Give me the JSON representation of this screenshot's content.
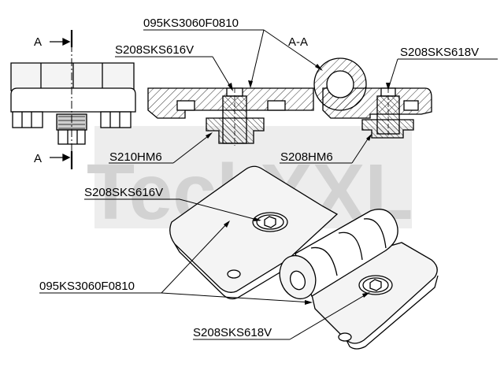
{
  "watermark": {
    "text_tech": "Tech",
    "text_xxl": "XXL"
  },
  "section_marker": "A",
  "section_view_label": "A-A",
  "labels": {
    "hinge_top": "095KS3060F0810",
    "screw_left_top": "S208SKS616V",
    "screw_right_top": "S208SKS618V",
    "nut_left": "S210HM6",
    "nut_right": "S208HM6",
    "screw_iso_top": "S208SKS616V",
    "hinge_iso": "095KS3060F0810",
    "screw_iso_bottom": "S208SKS618V"
  },
  "colors": {
    "line": "#000000",
    "watermark": "#d2d2d2",
    "part_fill": "#f4f4f4",
    "hatch": "#000000"
  }
}
